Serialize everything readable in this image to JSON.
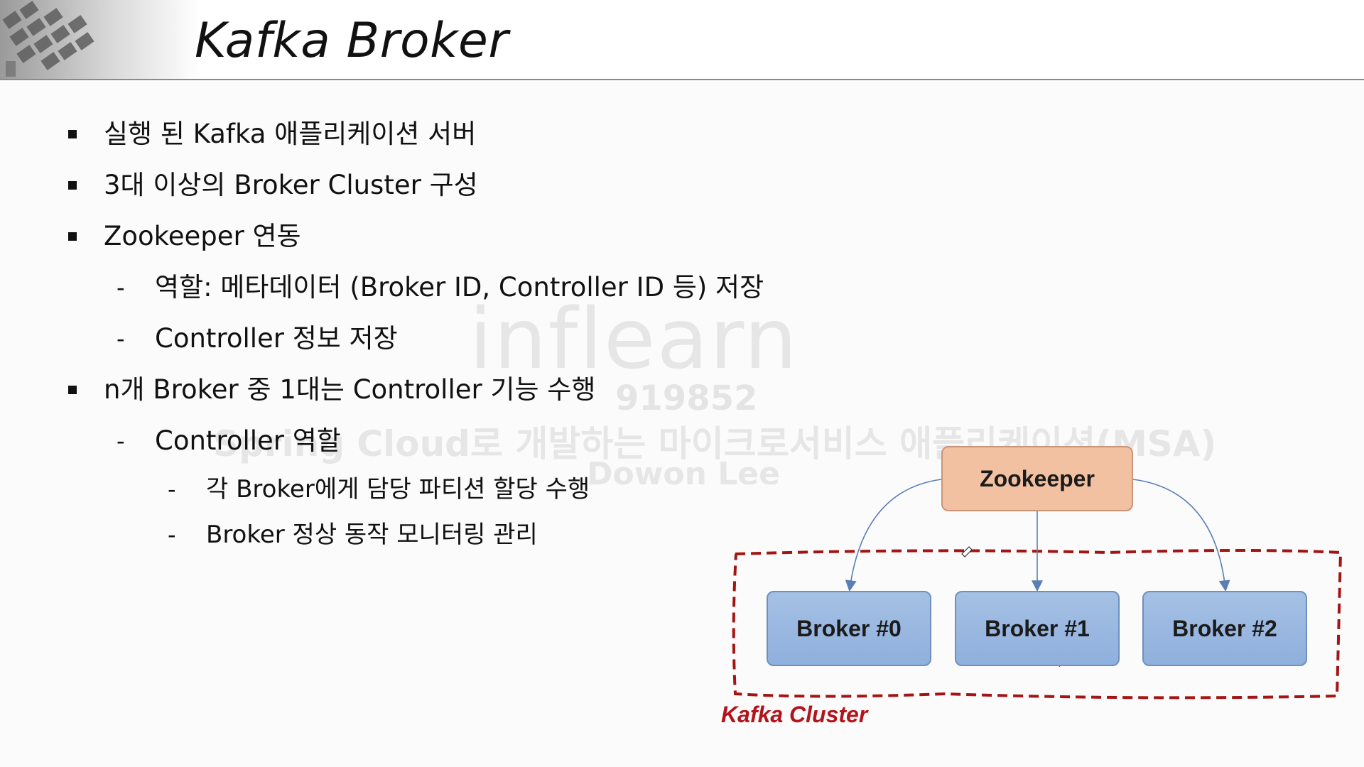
{
  "slide": {
    "title": "Kafka Broker"
  },
  "bullets": [
    {
      "level": 1,
      "text": "실행 된 Kafka 애플리케이션 서버"
    },
    {
      "level": 1,
      "text": "3대 이상의 Broker Cluster 구성"
    },
    {
      "level": 1,
      "text": "Zookeeper 연동"
    },
    {
      "level": 2,
      "text": "역할: 메타데이터 (Broker ID, Controller ID 등) 저장"
    },
    {
      "level": 2,
      "text": "Controller 정보 저장"
    },
    {
      "level": 1,
      "text": "n개 Broker 중 1대는 Controller 기능 수행"
    },
    {
      "level": 2,
      "text": "Controller 역할"
    },
    {
      "level": 3,
      "text": "각 Broker에게 담당 파티션 할당 수행"
    },
    {
      "level": 3,
      "text": "Broker 정상 동작 모니터링 관리"
    }
  ],
  "markers": {
    "level1": "▪",
    "dash": "-"
  },
  "diagram": {
    "zookeeper": "Zookeeper",
    "brokers": [
      "Broker #0",
      "Broker #1",
      "Broker #2"
    ],
    "cluster_label": "Kafka Cluster",
    "colors": {
      "zookeeper_fill": "#f2c1a2",
      "broker_fill": "#9ab8e0",
      "cluster_border": "#a31515",
      "cluster_label": "#b3141c",
      "arrow": "#5a7fb5"
    }
  },
  "watermark": {
    "logo": "inflearn",
    "number": "919852",
    "course": "Spring Cloud로 개발하는 마이크로서비스 애플리케이션(MSA)",
    "author": "Dowon Lee"
  }
}
